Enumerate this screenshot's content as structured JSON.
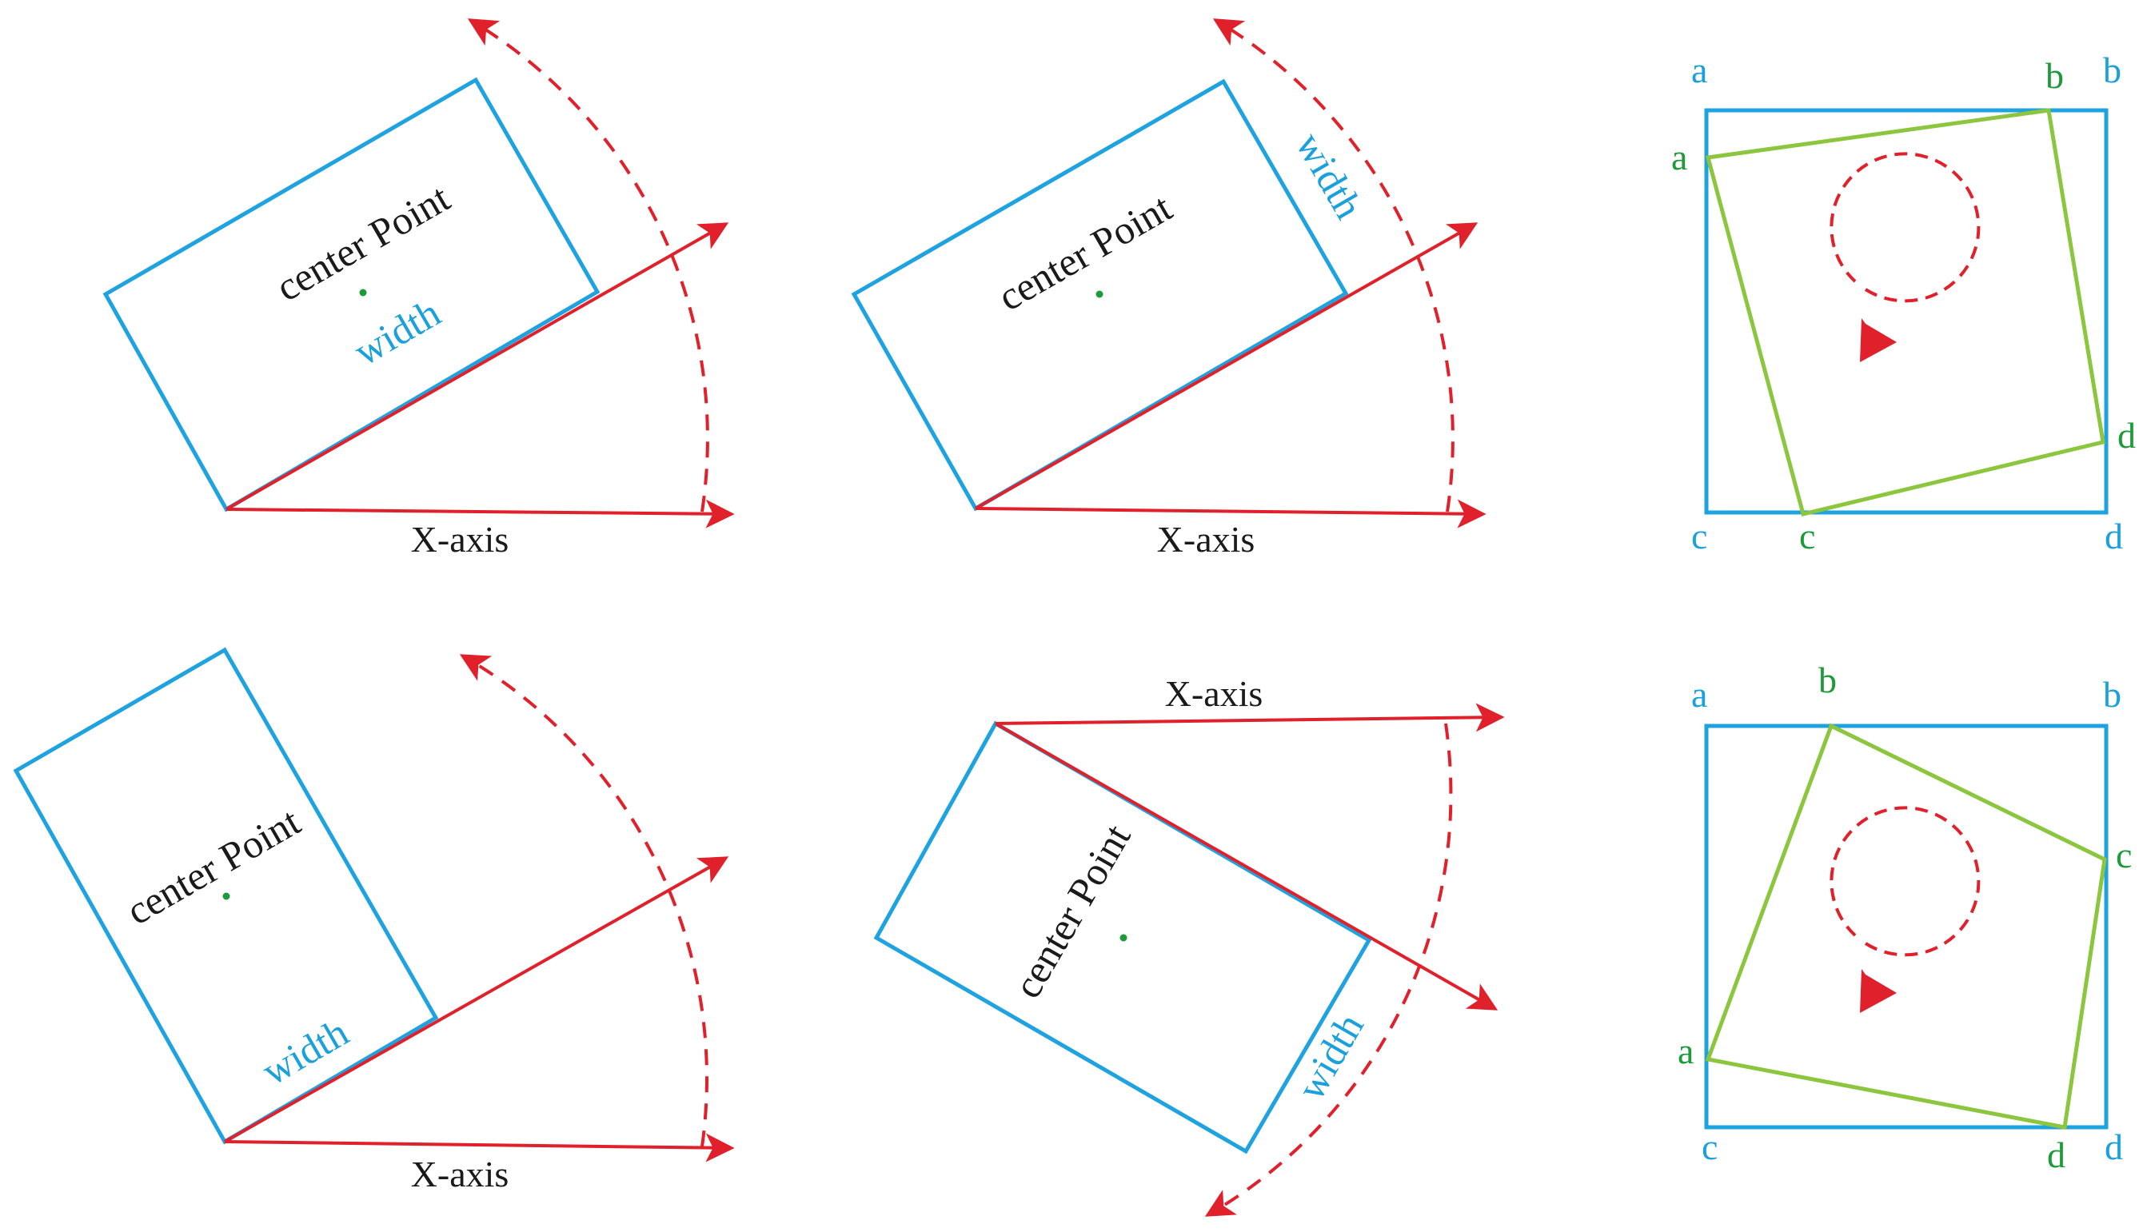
{
  "colors": {
    "rect_blue": "#1ea3e0",
    "arrow_red": "#e0202a",
    "square_green": "#8cc63f",
    "label_black": "#1a1a1a",
    "label_blue": "#1aa0dc",
    "label_green": "#1d9a3a",
    "center_dot": "#1d9a3a"
  },
  "labels": {
    "x_axis": "X-axis",
    "center_point": "center Point",
    "width": "width"
  },
  "corners": {
    "a": "a",
    "b": "b",
    "c": "c",
    "d": "d"
  }
}
